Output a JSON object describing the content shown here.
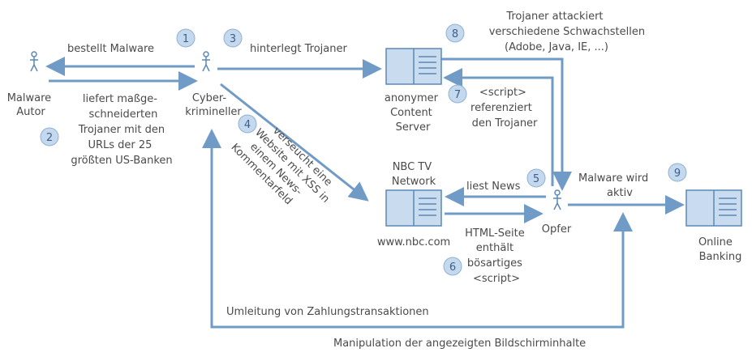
{
  "labels": {
    "malware_autor": [
      "Malware",
      "Autor"
    ],
    "cyber": [
      "Cyber-",
      "krimineller"
    ],
    "server": [
      "anonymer",
      "Content",
      "Server"
    ],
    "nbc": [
      "NBC TV",
      "Network"
    ],
    "nbc_url": "www.nbc.com",
    "opfer": "Opfer",
    "banking": [
      "Online",
      "Banking"
    ],
    "s1": "bestellt Malware",
    "s2": [
      "liefert maßge-",
      "schneiderten",
      "Trojaner mit den",
      "URLs der  25",
      "größten US-Banken"
    ],
    "s3": "hinterlegt Trojaner",
    "s4": [
      "verseucht eine",
      "Website mit XSS in",
      "einem News-",
      "Kommentarfeld"
    ],
    "s5": "liest News",
    "s6": [
      "HTML-Seite",
      "enthält",
      "bösartiges",
      "<script>"
    ],
    "s7": [
      "<script>",
      "referenziert",
      "den Trojaner"
    ],
    "s8": [
      "Trojaner attackiert",
      "verschiedene Schwachstellen",
      "(Adobe, Java, IE, ...)"
    ],
    "s9": [
      "Malware  wird",
      "aktiv"
    ],
    "redirect": "Umleitung von Zahlungstransaktionen",
    "manipulation": "Manipulation der angezeigten Bildschirminhalte"
  },
  "steps": [
    "1",
    "2",
    "3",
    "4",
    "5",
    "6",
    "7",
    "8",
    "9"
  ],
  "colors": {
    "arrow": "#6f9bc6",
    "box_fill": "#c9dcef",
    "box_stroke": "#5b88b6",
    "badge_fill": "#c5d9ee",
    "badge_stroke": "#8fb0d4",
    "text": "#4a4a4a"
  },
  "icons": [
    "person-icon",
    "server-icon"
  ]
}
